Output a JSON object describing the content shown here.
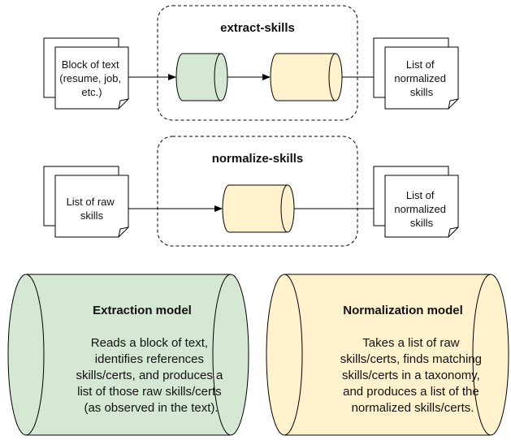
{
  "colors": {
    "extraction_fill": "#d5e8d4",
    "normalization_fill": "#fff2cc",
    "stroke": "#000000"
  },
  "pipelines": [
    {
      "title": "extract-skills",
      "input_doc_lines": [
        "Block of text",
        "(resume, job,",
        "etc.)"
      ],
      "output_doc_lines": [
        "List of",
        "normalized",
        "skills"
      ]
    },
    {
      "title": "normalize-skills",
      "input_doc_lines": [
        "List of raw",
        "skills"
      ],
      "output_doc_lines": [
        "List of",
        "normalized",
        "skills"
      ]
    }
  ],
  "models": [
    {
      "title": "Extraction model",
      "description_lines": [
        "Reads a block of text,",
        "identifies references",
        "skills/certs, and produces a",
        "list of those raw skills/certs",
        "(as observed in the text)."
      ]
    },
    {
      "title": "Normalization model",
      "description_lines": [
        "Takes a list of raw",
        "skills/certs, finds matching",
        "skills/certs in a taxonomy,",
        "and produces a list of the",
        "normalized skills/certs."
      ]
    }
  ]
}
